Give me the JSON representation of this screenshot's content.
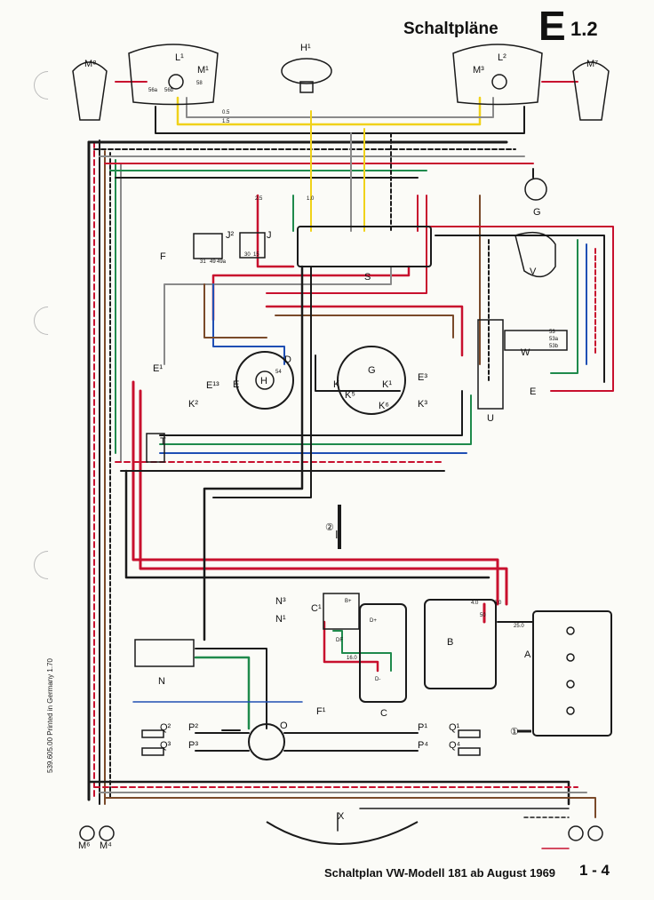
{
  "header": {
    "title": "Schaltpläne",
    "code_letter": "E",
    "code_number": "1.2"
  },
  "footer": {
    "title": "Schaltplan VW-Modell 181 ab August 1969",
    "page": "1 - 4"
  },
  "printed_note": "539.605.00 Printed in Germany 1.70",
  "components": {
    "M8": "M⁸",
    "L1": "L¹",
    "M1": "M¹",
    "H1": "H¹",
    "L2": "L²",
    "M3": "M³",
    "M7": "M⁷",
    "G": "G",
    "J2": "J²",
    "J": "J",
    "S": "S",
    "F": "F",
    "V": "V",
    "E1": "E¹",
    "E13": "E¹³",
    "K2": "K²",
    "E_left": "E",
    "H": "H",
    "D": "D",
    "K_main": "K",
    "G2": "G",
    "K5": "K⁵",
    "K1": "K¹",
    "K6": "K⁶",
    "E3": "E³",
    "K3": "K³",
    "W": "W",
    "E_right": "E",
    "U": "U",
    "T": "T",
    "I": "I",
    "N3": "N³",
    "N1": "N¹",
    "C1": "C¹",
    "C": "C",
    "B": "B",
    "A": "A",
    "N": "N",
    "F1": "F¹",
    "O": "O",
    "Q2": "Q²",
    "P2": "P²",
    "Q3": "Q³",
    "P3": "P³",
    "P1": "P¹",
    "Q1": "Q¹",
    "P4": "P⁴",
    "Q4": "Q⁴",
    "X": "X",
    "M6": "M⁶",
    "M4": "M⁴"
  },
  "terminals": {
    "t30": "30",
    "t31": "31",
    "t15": "15",
    "t56a": "56a",
    "t56b": "56b",
    "t58": "58",
    "t49": "49",
    "t49a": "49a",
    "t54": "54",
    "tDF": "DF",
    "tDminus": "D-",
    "tBplus": "B+",
    "tD": "D+",
    "t53": "53",
    "t53a": "53a",
    "t53b": "53b",
    "t50": "50"
  },
  "wire_sizes": {
    "w05": "0.5",
    "w10": "1.0",
    "w15": "1.5",
    "w25": "2.5",
    "w40": "4.0",
    "w60": "6.0",
    "w160": "16.0",
    "w250": "25.0"
  },
  "callouts": {
    "c1": "①",
    "c2": "②"
  },
  "colors": {
    "red": "#c8102e",
    "black": "#1a1a1a",
    "green": "#1f8a4c",
    "blue": "#1f4fb4",
    "yellow": "#f0d21a",
    "brown": "#7a4a2a",
    "grey": "#8a8a8a",
    "white": "#ffffff"
  }
}
